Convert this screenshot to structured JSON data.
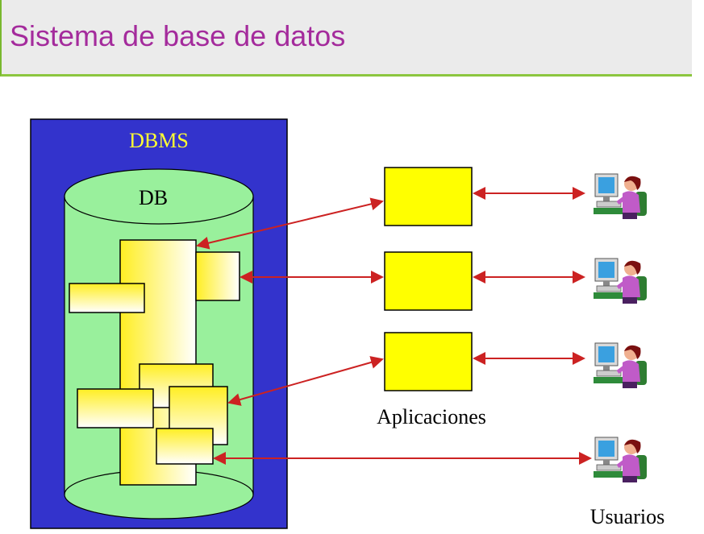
{
  "header": {
    "title": "Sistema de base de datos"
  },
  "diagram": {
    "dbms_label": "DBMS",
    "db_label": "DB",
    "applications_label": "Aplicaciones",
    "users_label": "Usuarios",
    "colors": {
      "dbms_box": "#3333cc",
      "db_cylinder": "#99f09c",
      "application_box": "#ffff00",
      "connector": "#cc2222",
      "title_text": "#a42b9c",
      "title_underline": "#8cc63f"
    },
    "application_count": 3,
    "user_count": 4
  }
}
